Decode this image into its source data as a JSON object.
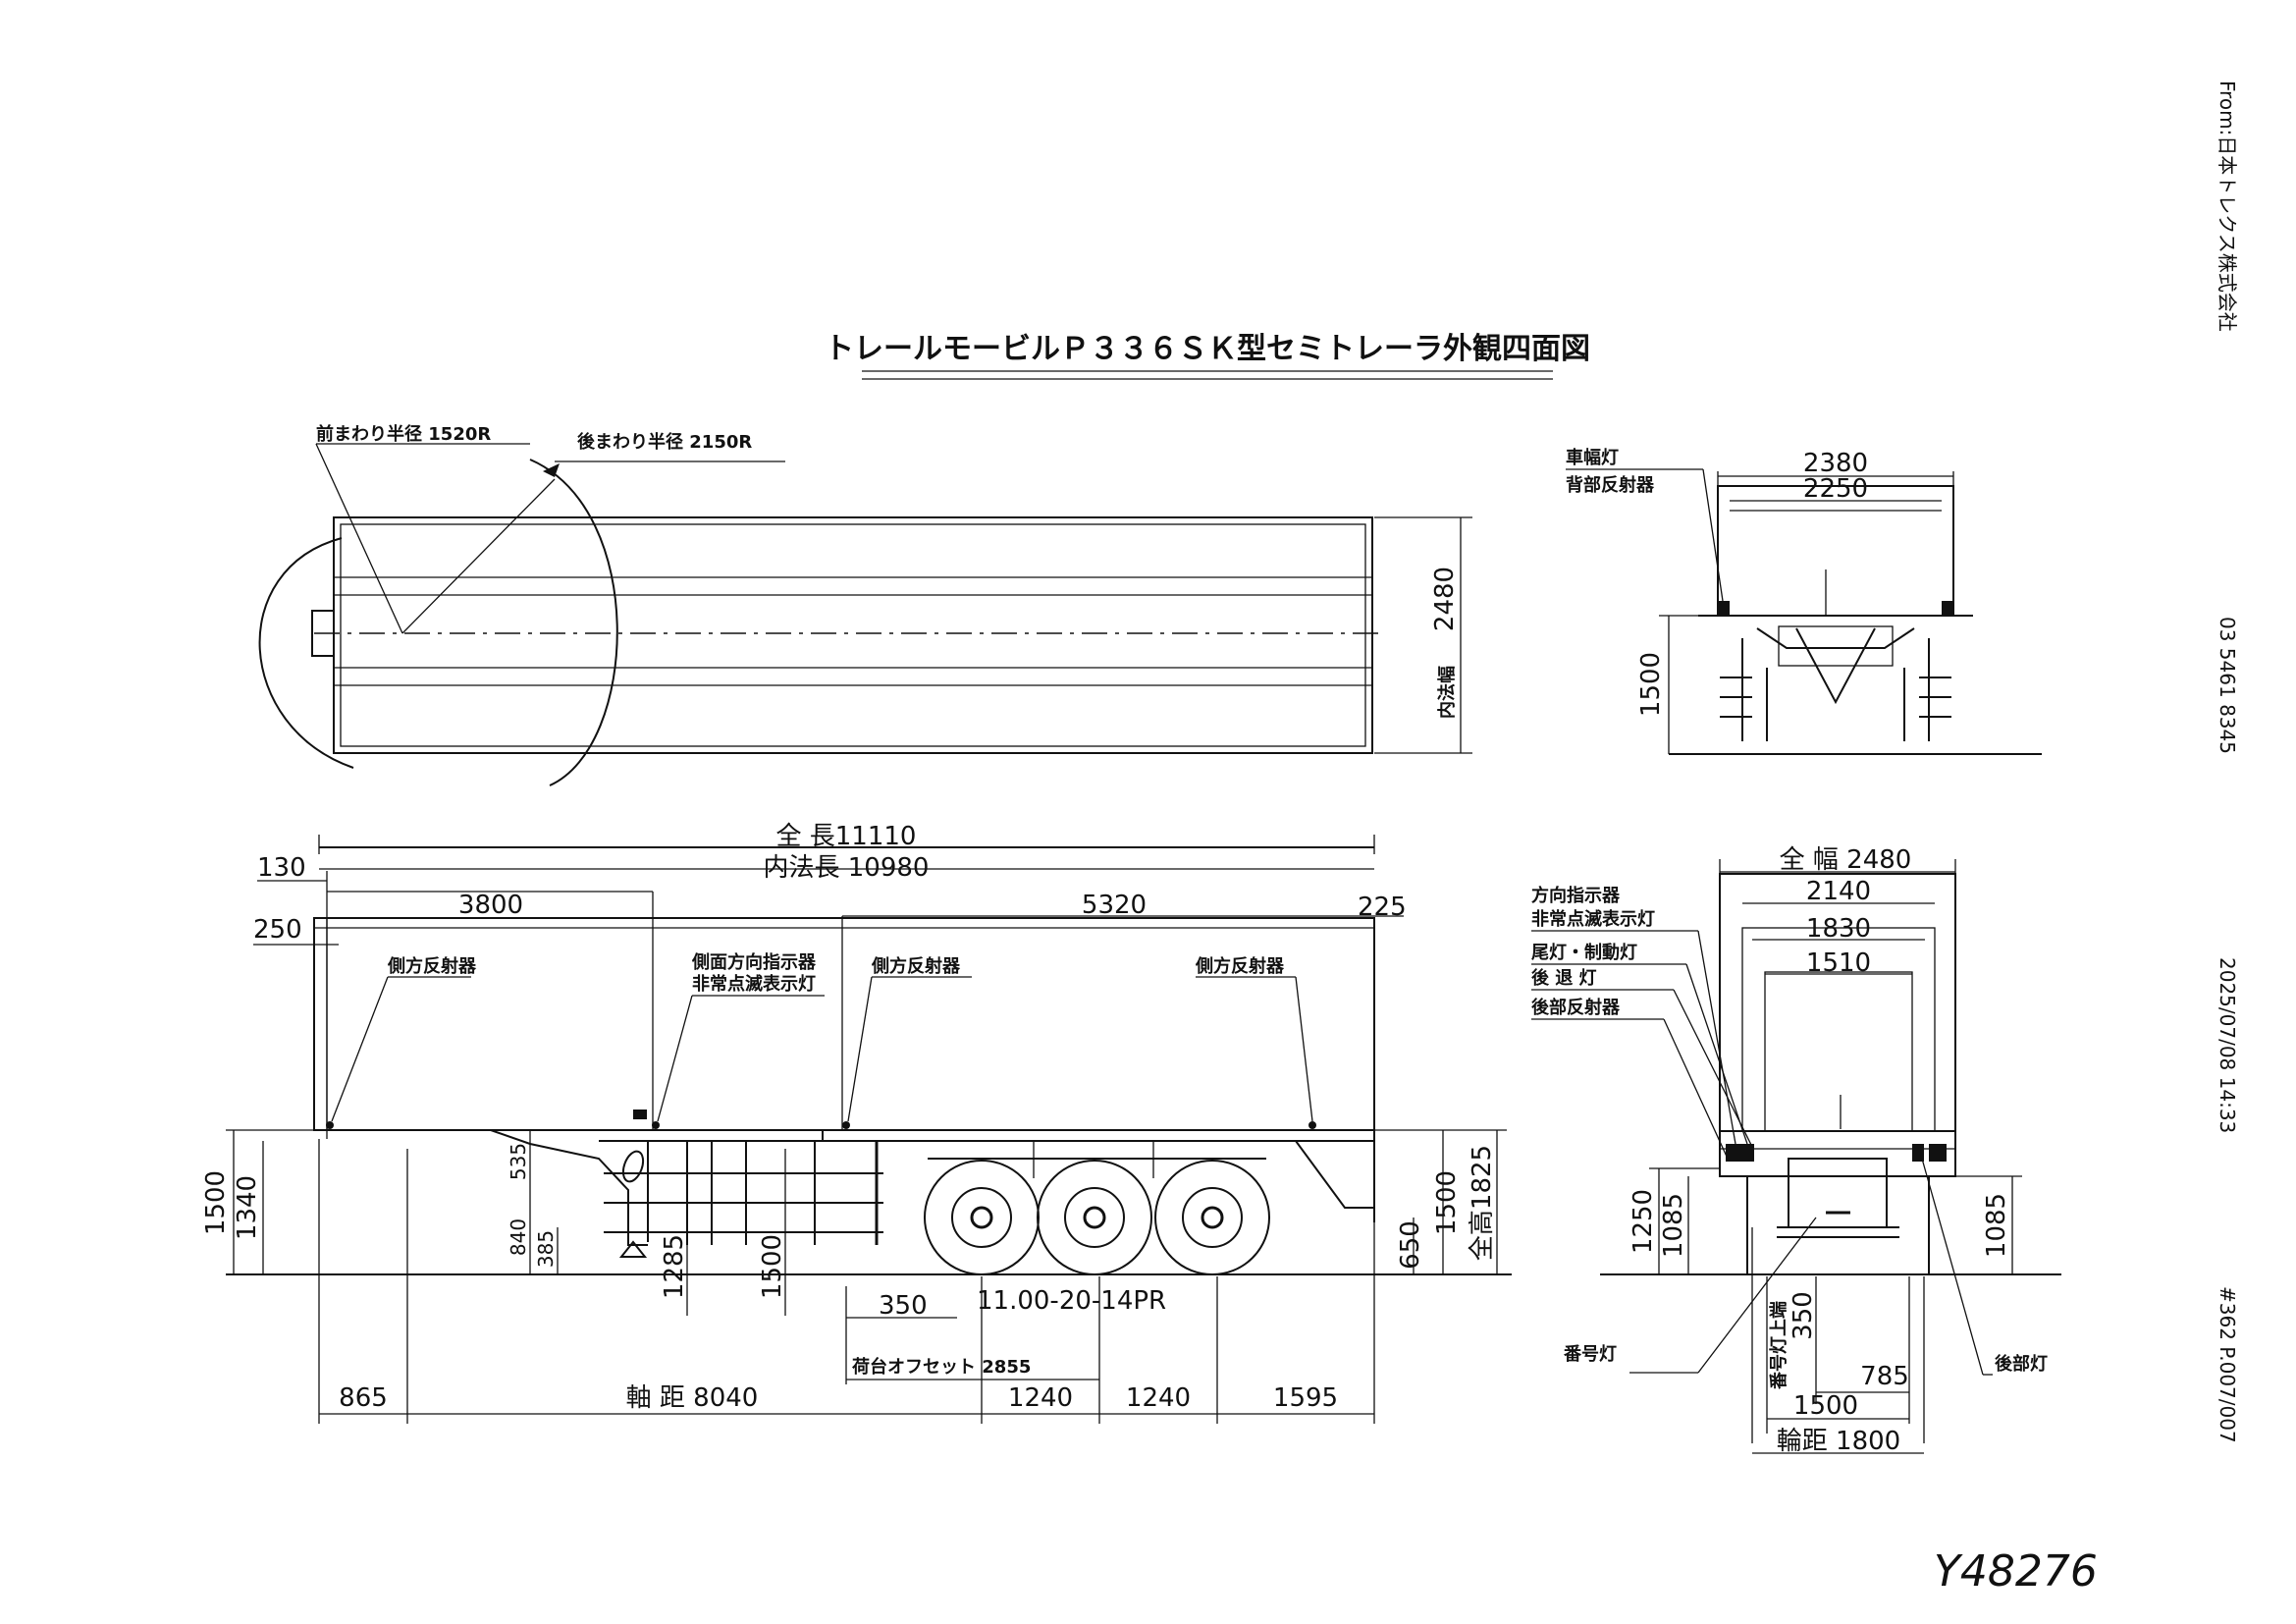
{
  "title": "トレールモービルＰ３３６ＳＫ型セミトレーラ外観四面図",
  "fax_header": {
    "sender": "From:日本トレクス株式会社",
    "phone": "03 5461 8345",
    "datetime": "2025/07/08 14:33",
    "page": "#362 P.007/007"
  },
  "handwritten_note": "Y48276",
  "top_view": {
    "front_radius": "前まわり半径 1520R",
    "rear_radius": "後まわり半径 2150R",
    "inner_width": "2480",
    "inner_width_label": "内法幅"
  },
  "rear_view_top": {
    "label_lamp": "車幅灯",
    "label_reflector": "背部反射器",
    "width_outer": "2380",
    "width_inner": "2250",
    "height": "1500"
  },
  "side_view": {
    "overall_length": "全 長11110",
    "inner_length": "内法長 10980",
    "d130": "130",
    "d250": "250",
    "d3800": "3800",
    "d5320": "5320",
    "d225": "225",
    "reflector_1": "側方反射器",
    "reflector_2": "側方反射器",
    "reflector_3": "側方反射器",
    "turn_signal_1": "側面方向指示器",
    "turn_signal_2": "非常点滅表示灯",
    "h1500_left": "1500",
    "h1340": "1340",
    "h535": "535",
    "h840": "840",
    "h385": "385",
    "h1285": "1285",
    "h1500_mid": "1500",
    "h650": "650",
    "h1500_right": "1500",
    "h1825": "全高1825",
    "d350": "350",
    "tire": "11.00-20-14PR",
    "offset": "荷台オフセット 2855",
    "d865": "865",
    "wheelbase": "軸 距 8040",
    "d1240a": "1240",
    "d1240b": "1240",
    "d1595": "1595"
  },
  "rear_view_bottom": {
    "overall_width": "全 幅 2480",
    "w2140": "2140",
    "w1830": "1830",
    "w1510": "1510",
    "label_1": "方向指示器",
    "label_2": "非常点滅表示灯",
    "label_3": "尾灯・制動灯",
    "label_4": "後 退 灯",
    "label_5": "後部反射器",
    "h1250": "1250",
    "h1085_left": "1085",
    "h1085_right": "1085",
    "h350": "350",
    "plate_height": "番号灯上端",
    "w785": "785",
    "w1500": "1500",
    "track": "輪距 1800",
    "plate_lamp": "番号灯",
    "tail_lamp": "後部灯"
  }
}
